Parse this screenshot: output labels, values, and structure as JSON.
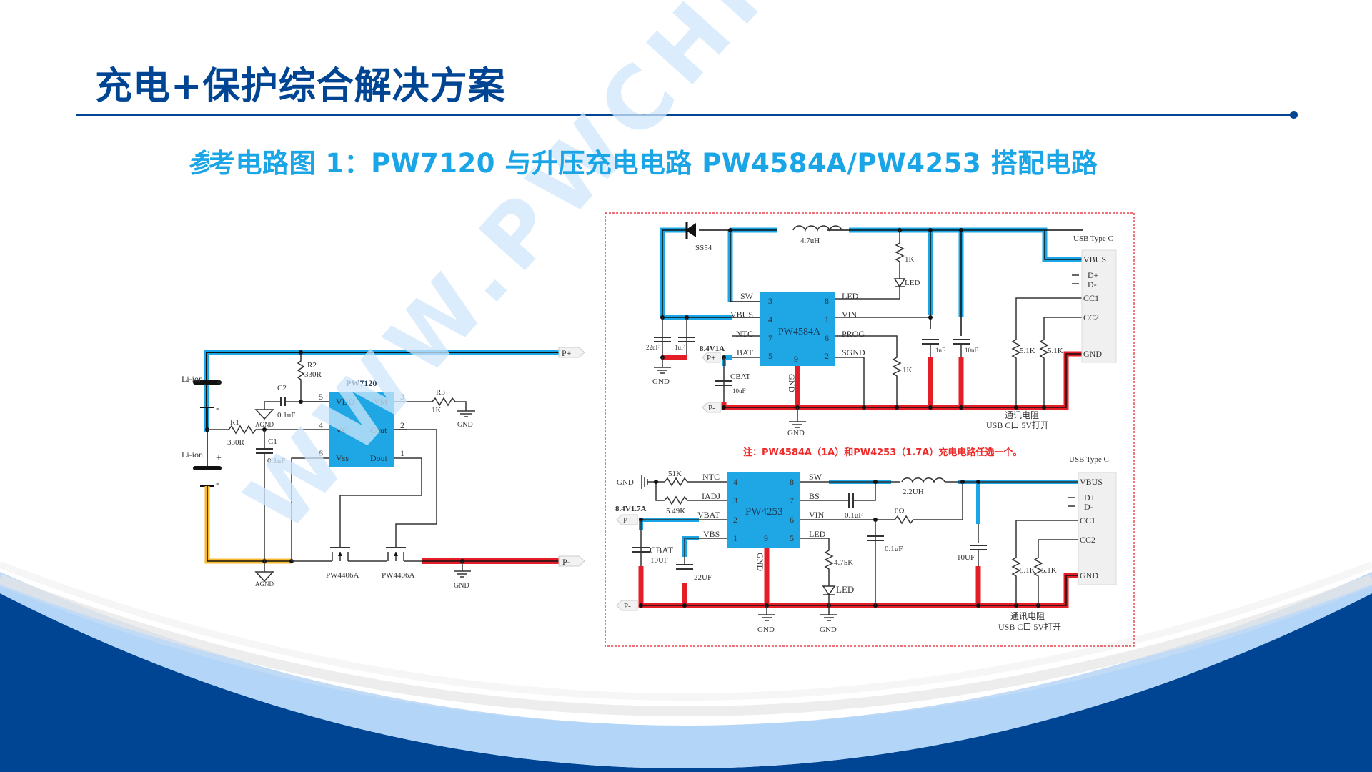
{
  "slide": {
    "title": "充电+保护综合解决方案",
    "subtitle_clipped_char": "参",
    "subtitle": "考电路图 1：PW7120 与升压充电电路 PW4584A/PW4253 搭配电路",
    "watermark": "WWW.PWCHIP.CN",
    "colors": {
      "title": "#004593",
      "subtitle": "#1AA5E6",
      "positive_trace": "#1AA5E6",
      "negative_trace": "#E41E26",
      "battery_trace": "#F5B82E",
      "chip_fill": "#1EA7E4",
      "footer_blue": "#004593",
      "footer_light": "#B3D5F7"
    }
  },
  "left_circuit": {
    "chip": {
      "name": "PW7120",
      "pins_left": [
        {
          "num": "5",
          "name": "VDD"
        },
        {
          "num": "4",
          "name": "VC"
        },
        {
          "num": "6",
          "name": "Vss"
        }
      ],
      "pins_right": [
        {
          "num": "3",
          "name": "VM"
        },
        {
          "num": "2",
          "name": "Cout"
        },
        {
          "num": "1",
          "name": "Dout"
        }
      ]
    },
    "battery1_label": "Li-ion",
    "battery2_label": "Li-ion",
    "plus": "+",
    "minus": "-",
    "r1": {
      "ref": "R1",
      "value": "330R"
    },
    "r2": {
      "ref": "R2",
      "value": "330R"
    },
    "r3": {
      "ref": "R3",
      "value": "1K"
    },
    "c1": {
      "ref": "C1",
      "value": "0.1uF"
    },
    "c2": {
      "ref": "C2",
      "value": "0.1uF"
    },
    "agnd": "AGND",
    "gnd": "GND",
    "mosfet1": "PW4406A",
    "mosfet2": "PW4406A",
    "p_plus": "P+",
    "p_minus": "P-"
  },
  "right_top_circuit": {
    "chip": {
      "name": "PW4584A",
      "pins_left": [
        {
          "num": "3",
          "name": "SW"
        },
        {
          "num": "4",
          "name": "VBUS"
        },
        {
          "num": "7",
          "name": "NTC"
        },
        {
          "num": "5",
          "name": "BAT"
        }
      ],
      "pins_right": [
        {
          "num": "8",
          "name": "LED"
        },
        {
          "num": "1",
          "name": "VIN"
        },
        {
          "num": "6",
          "name": "PROG"
        },
        {
          "num": "2",
          "name": "SGND"
        }
      ],
      "bottom_pin": {
        "num": "9",
        "name": "GND"
      }
    },
    "diode": "SS54",
    "inductor": "4.7uH",
    "cap_22uf": "22uF",
    "cap_1uf": "1uF",
    "battery_spec": "8.4V1A",
    "p_plus": "P+",
    "p_minus": "P-",
    "cbat": "CBAT",
    "cbat_value": "10uF",
    "gnd": "GND",
    "r_led": "1K",
    "led": "LED",
    "r_prog": "1K",
    "cap_vin_1uf": "1uF",
    "cap_vin_10uf": "10uF",
    "usb_title": "USB Type C",
    "usb_pins": [
      "VBUS",
      "D+",
      "D-",
      "CC1",
      "CC2",
      "GND"
    ],
    "cc_r1": "5.1K",
    "cc_r2": "5.1K",
    "note_line1": "通讯电阻",
    "note_line2": "USB C口 5V打开"
  },
  "note": "注：PW4584A（1A）和PW4253（1.7A）充电电路任选一个。",
  "right_bottom_circuit": {
    "chip": {
      "name": "PW4253",
      "pins_left": [
        {
          "num": "4",
          "name": "NTC"
        },
        {
          "num": "3",
          "name": "IADJ"
        },
        {
          "num": "2",
          "name": "VBAT"
        },
        {
          "num": "1",
          "name": "VBS"
        }
      ],
      "pins_right": [
        {
          "num": "8",
          "name": "SW"
        },
        {
          "num": "7",
          "name": "BS"
        },
        {
          "num": "6",
          "name": "VIN"
        },
        {
          "num": "5",
          "name": "LED"
        }
      ],
      "bottom_pin": {
        "num": "9",
        "name": "GND"
      }
    },
    "gnd_left": "GND",
    "r_ntc": "51K",
    "r_iadj": "5.49K",
    "battery_spec": "8.4V1.7A",
    "p_plus": "P+",
    "p_minus": "P-",
    "cbat": "CBAT",
    "cbat_value": "10UF",
    "cap_vbs": "22UF",
    "cap_bs": "0.1uF",
    "inductor": "2.2UH",
    "r_vin": "0Ω",
    "cap_vin": "0.1uF",
    "r_led": "4.75K",
    "led": "LED",
    "cap_vbus": "10UF",
    "gnd1": "GND",
    "gnd2": "GND",
    "usb_title": "USB Type C",
    "usb_pins": [
      "VBUS",
      "D+",
      "D-",
      "CC1",
      "CC2",
      "GND"
    ],
    "cc_r1": "5.1K",
    "cc_r2": "5.1K",
    "note_line1": "通讯电阻",
    "note_line2": "USB C口 5V打开"
  }
}
